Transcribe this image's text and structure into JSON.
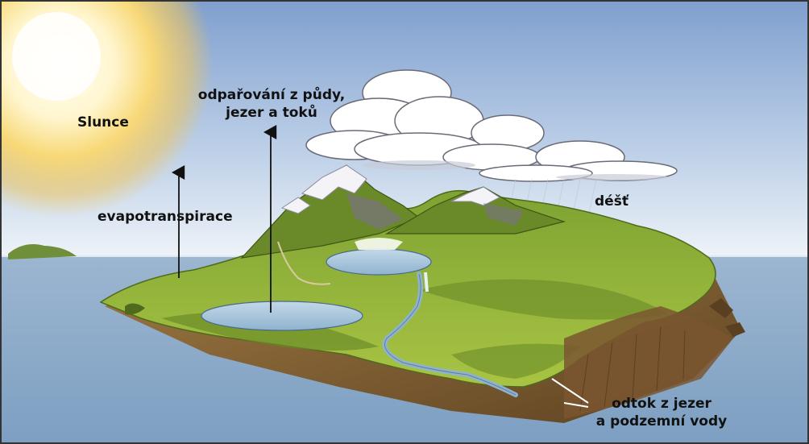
{
  "labels": {
    "sun": "Slunce",
    "evaporation_line1": "odpařování z půdy,",
    "evaporation_line2": "jezer a toků",
    "evapotranspiration": "evapotranspirace",
    "rain": "déšť",
    "runoff_line1": "odtok z jezer",
    "runoff_line2": "a podzemní vody"
  },
  "colors": {
    "sky_top": "#7f9fce",
    "sky_bottom": "#e6eef6",
    "sea": "#8aa9c8",
    "sun_core": "#fffbe6",
    "sun_glow": "#f3c44a",
    "island_green": "#9fbf3a",
    "island_dark": "#5f7d22",
    "cliff": "#8a6a3a",
    "lake": "#a9c6dc",
    "cloud": "#ffffff",
    "snow": "#f4f4f8"
  }
}
